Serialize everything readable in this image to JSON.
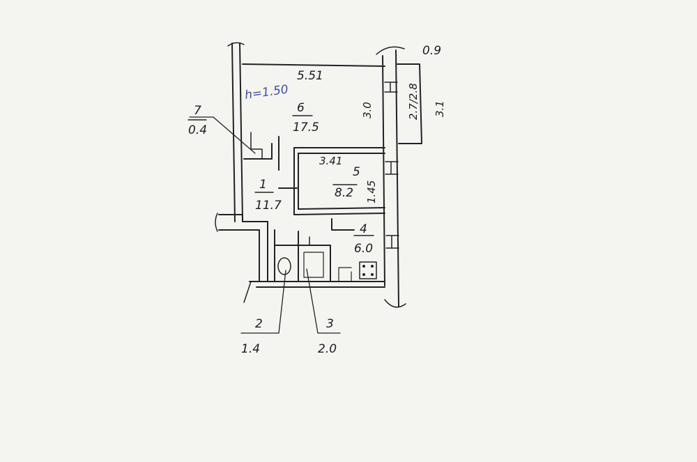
{
  "plan": {
    "dimensions": {
      "width_top": "5.51",
      "height_top": "0.9",
      "blue_note": "h=1.50",
      "room5_width": "3.41",
      "room5_height": "1.45",
      "window_a": "3.0",
      "window_b": "2.7/2.8",
      "window_c": "3.1"
    },
    "rooms": [
      {
        "number": "7",
        "area": "0.4"
      },
      {
        "number": "6",
        "area": "17.5"
      },
      {
        "number": "5",
        "area": "8.2"
      },
      {
        "number": "1",
        "area": "11.7"
      },
      {
        "number": "4",
        "area": "6.0"
      },
      {
        "number": "2",
        "area": "1.4"
      },
      {
        "number": "3",
        "area": "2.0"
      }
    ]
  }
}
